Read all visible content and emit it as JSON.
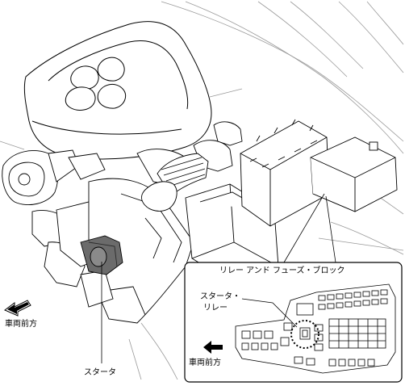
{
  "labels": {
    "relay_fuse_block": "リレー アンド フューズ・ブロック",
    "starter_relay_line1": "スタータ・",
    "starter_relay_line2": "リレー",
    "vehicle_front_main": "車両前方",
    "vehicle_front_inset": "車両前方",
    "starter": "スタータ"
  },
  "colors": {
    "line": "#000000",
    "light_line": "#9a9a9a",
    "starter_fill": "#6b6b6b",
    "background": "#ffffff"
  },
  "icons": {
    "main_arrow": "front-direction-arrow-icon",
    "inset_arrow": "left-arrow-icon",
    "relay_marker": "dotted-circle-highlight"
  }
}
